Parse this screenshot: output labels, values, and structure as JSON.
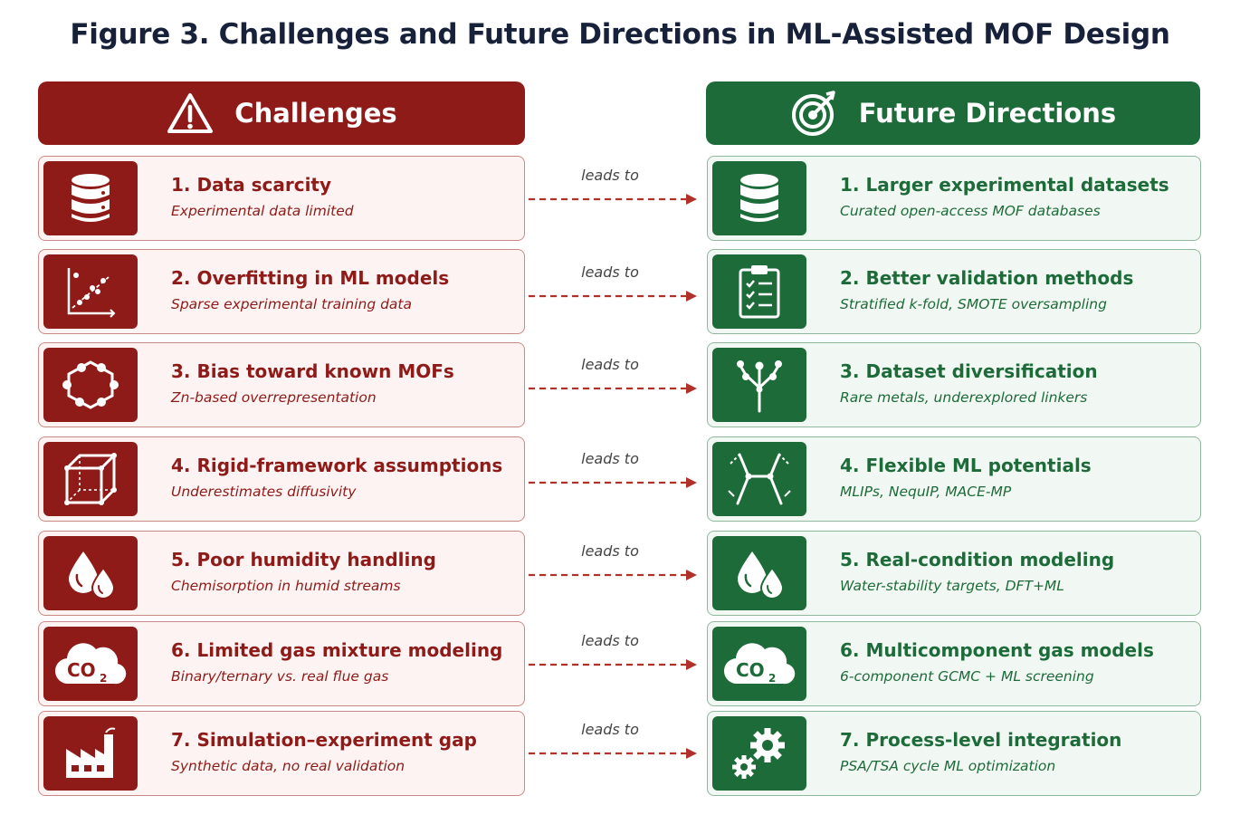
{
  "title": "Figure 3. Challenges and Future Directions in ML-Assisted MOF Design",
  "colors": {
    "challenge": "#8e1b18",
    "future": "#1e6b3a",
    "connector": "#b0302a"
  },
  "challenges_header": {
    "label": "Challenges",
    "icon": "warning-triangle-icon"
  },
  "future_header": {
    "label": "Future Directions",
    "icon": "target-icon"
  },
  "connector_label": "leads to",
  "rows": [
    {
      "challenge": {
        "title": "1. Data scarcity",
        "subtitle": "Experimental data limited",
        "icon": "database-icon"
      },
      "future": {
        "title": "1. Larger experimental datasets",
        "subtitle": "Curated open-access MOF databases",
        "icon": "database-icon"
      }
    },
    {
      "challenge": {
        "title": "2. Overfitting in ML models",
        "subtitle": "Sparse experimental training data",
        "icon": "scatter-plot-icon"
      },
      "future": {
        "title": "2. Better validation methods",
        "subtitle": "Stratified k-fold, SMOTE oversampling",
        "icon": "clipboard-checklist-icon"
      }
    },
    {
      "challenge": {
        "title": "3. Bias toward known MOFs",
        "subtitle": "Zn-based overrepresentation",
        "icon": "molecule-ring-icon"
      },
      "future": {
        "title": "3. Dataset diversification",
        "subtitle": "Rare metals, underexplored linkers",
        "icon": "branching-tree-icon"
      }
    },
    {
      "challenge": {
        "title": "4. Rigid-framework assumptions",
        "subtitle": "Underestimates diffusivity",
        "icon": "cube-icon"
      },
      "future": {
        "title": "4. Flexible ML potentials",
        "subtitle": "MLIPs, NequIP, MACE-MP",
        "icon": "flexible-framework-icon"
      }
    },
    {
      "challenge": {
        "title": "5. Poor humidity handling",
        "subtitle": "Chemisorption in humid streams",
        "icon": "water-drops-icon"
      },
      "future": {
        "title": "5. Real-condition modeling",
        "subtitle": "Water-stability targets, DFT+ML",
        "icon": "water-drops-icon"
      }
    },
    {
      "challenge": {
        "title": "6. Limited gas mixture modeling",
        "subtitle": "Binary/ternary vs. real flue gas",
        "icon": "co2-cloud-icon",
        "icon_text": "CO",
        "icon_sub": "2"
      },
      "future": {
        "title": "6. Multicomponent gas models",
        "subtitle": "6-component GCMC + ML screening",
        "icon": "co2-cloud-icon",
        "icon_text": "CO",
        "icon_sub": "2"
      }
    },
    {
      "challenge": {
        "title": "7. Simulation–experiment gap",
        "subtitle": "Synthetic data, no real validation",
        "icon": "factory-icon"
      },
      "future": {
        "title": "7. Process-level integration",
        "subtitle": "PSA/TSA cycle ML optimization",
        "icon": "gears-icon"
      }
    }
  ]
}
